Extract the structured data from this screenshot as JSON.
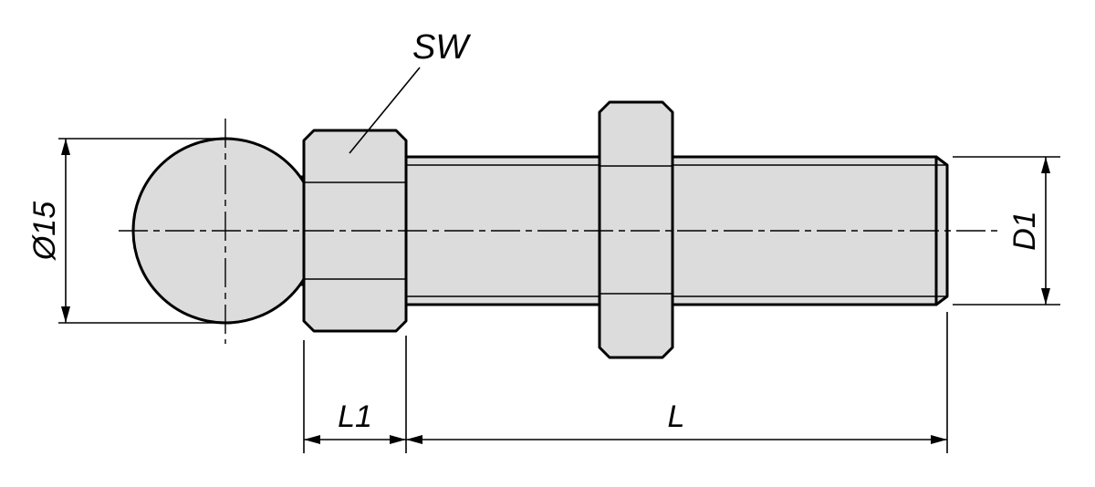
{
  "drawing": {
    "background": "#ffffff",
    "line_color": "#000000",
    "fill_color": "#dcdcdc",
    "type": "technical-dimension-drawing",
    "part": "ball-end threaded stud with hex collar and hex nut",
    "labels": {
      "wrench_size": "SW",
      "ball_diameter": "Ø15",
      "thread_diameter": "D1",
      "collar_length": "L1",
      "thread_length": "L"
    }
  }
}
